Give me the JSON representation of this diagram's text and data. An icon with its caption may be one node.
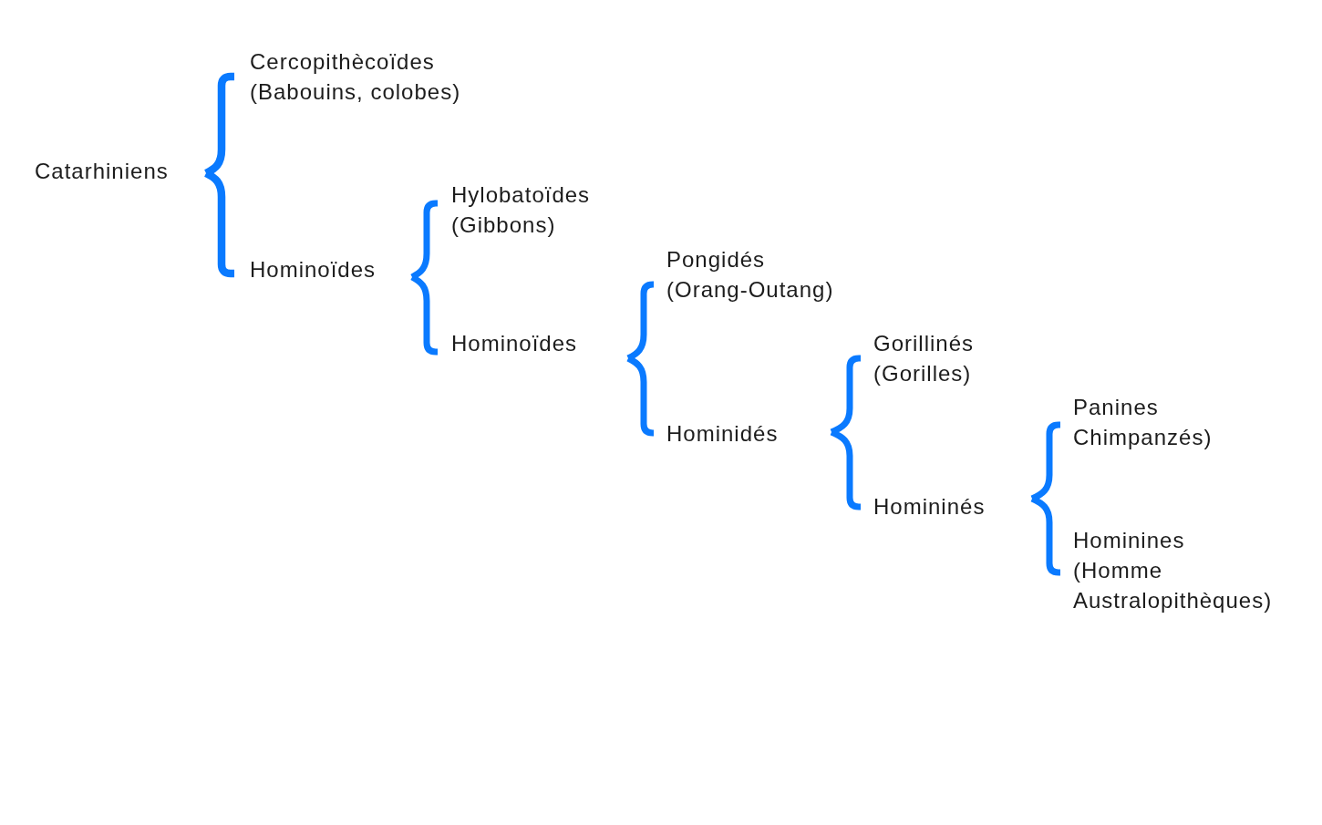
{
  "diagram": {
    "nodes": [
      {
        "text": [
          "Catarhiniens"
        ]
      },
      {
        "text": [
          "Cercopithècoïdes",
          "(Babouins, colobes)"
        ]
      },
      {
        "text": [
          "Hominoïdes"
        ]
      },
      {
        "text": [
          "Hylobatoïdes",
          "(Gibbons)"
        ]
      },
      {
        "text": [
          "Hominoïdes"
        ]
      },
      {
        "text": [
          "Pongidés",
          "(Orang-Outang)"
        ]
      },
      {
        "text": [
          "Hominidés"
        ]
      },
      {
        "text": [
          "Gorillinés",
          "(Gorilles)"
        ]
      },
      {
        "text": [
          "Homininés"
        ]
      },
      {
        "text": [
          "Panines",
          "Chimpanzés)"
        ]
      },
      {
        "text": [
          "Hominines",
          "(Homme Australopithèques)"
        ]
      }
    ],
    "edges": [
      {
        "from": 0,
        "to": 1,
        "arrow": "none"
      },
      {
        "from": 0,
        "to": 2,
        "arrow": "none"
      },
      {
        "from": 2,
        "to": 3,
        "arrow": "none"
      },
      {
        "from": 2,
        "to": 4,
        "arrow": "none"
      },
      {
        "from": 4,
        "to": 5,
        "arrow": "none"
      },
      {
        "from": 4,
        "to": 6,
        "arrow": "none"
      },
      {
        "from": 6,
        "to": 7,
        "arrow": "none"
      },
      {
        "from": 6,
        "to": 8,
        "arrow": "none"
      },
      {
        "from": 8,
        "to": 9,
        "arrow": "none"
      },
      {
        "from": 8,
        "to": 10,
        "arrow": "none"
      }
    ]
  }
}
